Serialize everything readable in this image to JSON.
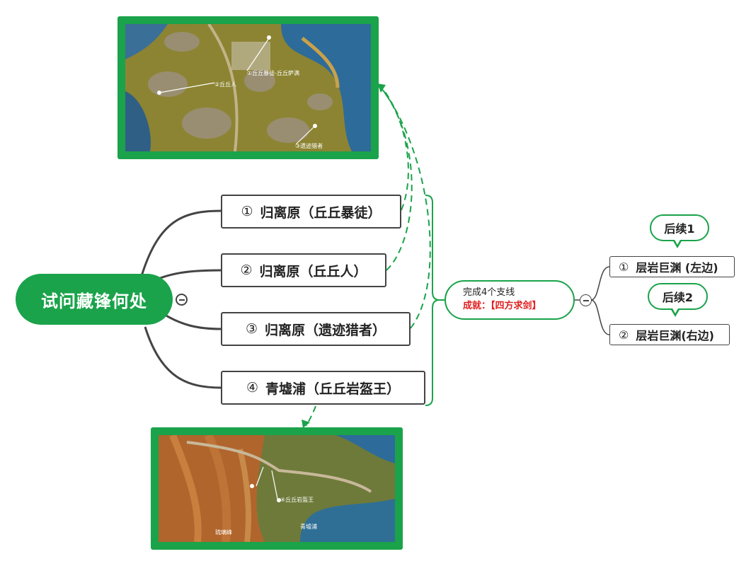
{
  "root": {
    "label": "试问藏锋何处"
  },
  "branches": [
    {
      "index": "①",
      "label": "归离原（丘丘暴徒）"
    },
    {
      "index": "②",
      "label": "归离原（丘丘人）"
    },
    {
      "index": "③",
      "label": "归离原（遗迹猎者）"
    },
    {
      "index": "④",
      "label": "青墟浦（丘丘岩盔王）"
    }
  ],
  "summary": {
    "line1": "完成4个支线",
    "line2": "成就：【四方求剑】"
  },
  "sub_branches": [
    {
      "index": "①",
      "label": "层岩巨渊 (左边)",
      "callout": "后续1"
    },
    {
      "index": "②",
      "label": "层岩巨渊(右边)",
      "callout": "后续2"
    }
  ],
  "map_top": {
    "markers": [
      "①丘丘暴徒-丘丘萨满",
      "②丘丘人",
      "③遗迹猎者"
    ]
  },
  "map_bottom": {
    "markers": [
      "④丘丘岩盔王"
    ],
    "places": [
      "琉璃峰",
      "青墟浦"
    ]
  },
  "colors": {
    "accent": "#1aa34a",
    "line": "#444444",
    "highlight": "#e02020"
  }
}
